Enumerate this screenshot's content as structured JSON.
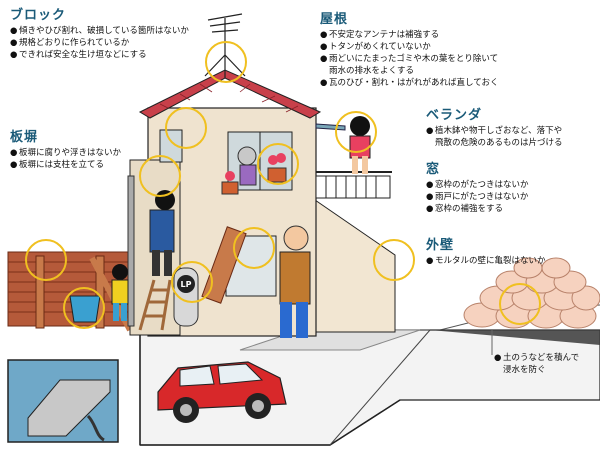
{
  "callouts": {
    "block": {
      "heading": "ブロック",
      "items": [
        "傾きやひび割れ、破損している箇所はないか",
        "規格どおりに作られているか",
        "できれば安全な生け垣などにする"
      ]
    },
    "itabei": {
      "heading": "板塀",
      "items": [
        "板塀に腐りや浮きはないか",
        "板塀には支柱を立てる"
      ]
    },
    "roof": {
      "heading": "屋根",
      "items": [
        "不安定なアンテナは補強する",
        "トタンがめくれていないか",
        "雨どいにたまったゴミや木の葉をとり除いて",
        "雨水の排水をよくする",
        "瓦のひび・割れ・はがれがあれば直しておく"
      ]
    },
    "veranda": {
      "heading": "ベランダ",
      "items": [
        "植木鉢や物干しざおなど、落下や",
        "飛散の危険のあるものは片づける"
      ]
    },
    "window": {
      "heading": "窓",
      "items": [
        "窓枠のがたつきはないか",
        "雨戸にがたつきはないか",
        "窓枠の補強をする"
      ]
    },
    "wall": {
      "heading": "外壁",
      "items": [
        "モルタルの壁に亀裂はないか"
      ]
    },
    "sandbag": {
      "items": [
        "土のうなどを積んで",
        "浸水を防ぐ"
      ]
    }
  },
  "bullet": "●",
  "lp_label": "LP",
  "colors": {
    "heading": "#1a5a78",
    "roof": "#c8404a",
    "house_wall": "#efe3cf",
    "fence": "#b55a3a",
    "car": "#d8282a",
    "circle": "#f0c020",
    "lawn": "#2a9a3a"
  }
}
